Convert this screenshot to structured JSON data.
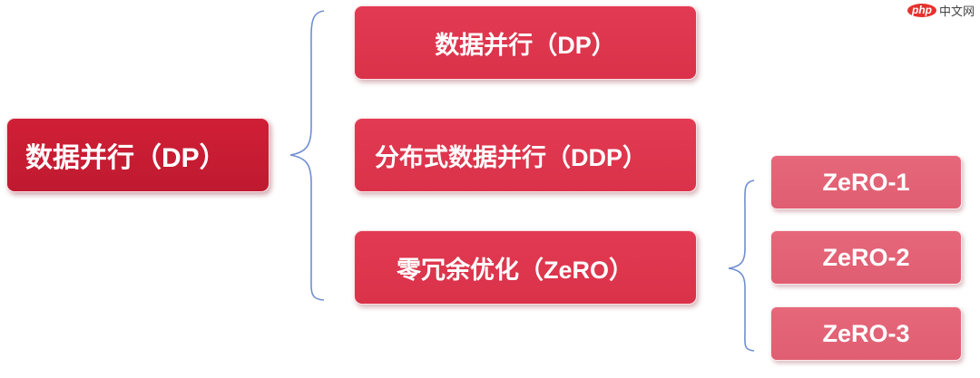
{
  "diagram": {
    "root": {
      "label": "数据并行（DP）"
    },
    "branches": [
      {
        "label": "数据并行（DP）"
      },
      {
        "label": "分布式数据并行（DDP）"
      },
      {
        "label": "零冗余优化（ZeRO）"
      }
    ],
    "zero_stages": [
      {
        "label": "ZeRO-1"
      },
      {
        "label": "ZeRO-2"
      },
      {
        "label": "ZeRO-3"
      }
    ],
    "colors": {
      "root": "#c81d33",
      "branch": "#de3650",
      "stage": "#e36376",
      "brace": "#6f8ed0"
    }
  },
  "watermark": {
    "logo_text": "php",
    "site_text": "中文网"
  }
}
